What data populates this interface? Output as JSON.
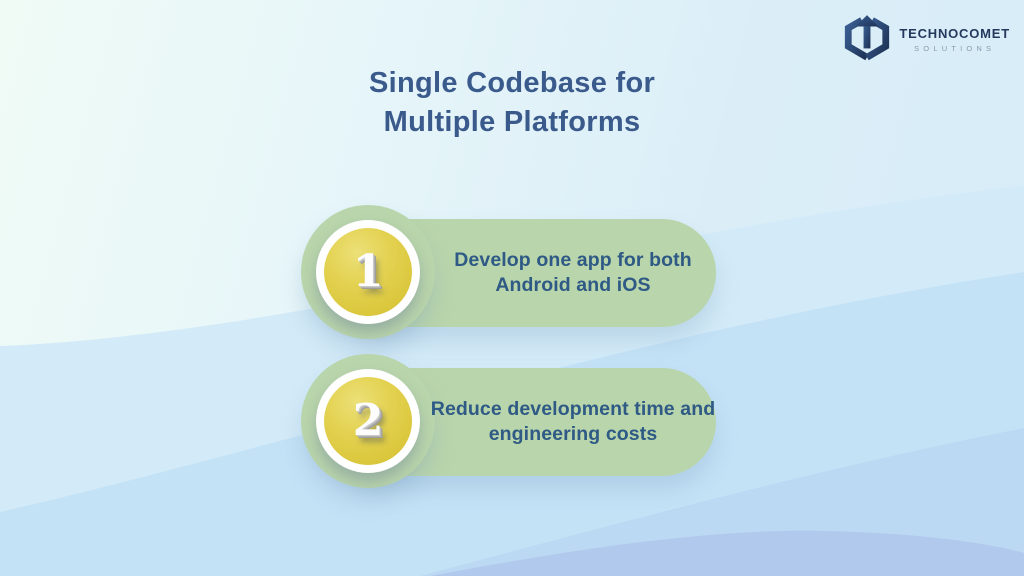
{
  "logo": {
    "name": "TECHNOCOMET",
    "subtitle": "SOLUTIONS",
    "icon": "cube-arrow-up-icon",
    "navy": "#24395d"
  },
  "header": {
    "title_line1": "Single Codebase for",
    "title_line2": "Multiple Platforms",
    "title_color": "#3a5a8c"
  },
  "items": [
    {
      "number": "1",
      "text_line1": "Develop one app for both",
      "text_line2": "Android and iOS"
    },
    {
      "number": "2",
      "text_line1": "Reduce development time and",
      "text_line2": "engineering costs"
    }
  ],
  "colors": {
    "pill_green": "#b9d5ab",
    "badge_yellow": "#dcc83e",
    "body_text": "#2e5a85",
    "wave_light": "#d3ebf8",
    "wave_mid": "#c4e2f6",
    "wave_deep": "#bcd9f3",
    "wave_periwinkle": "#b2c9ee"
  }
}
